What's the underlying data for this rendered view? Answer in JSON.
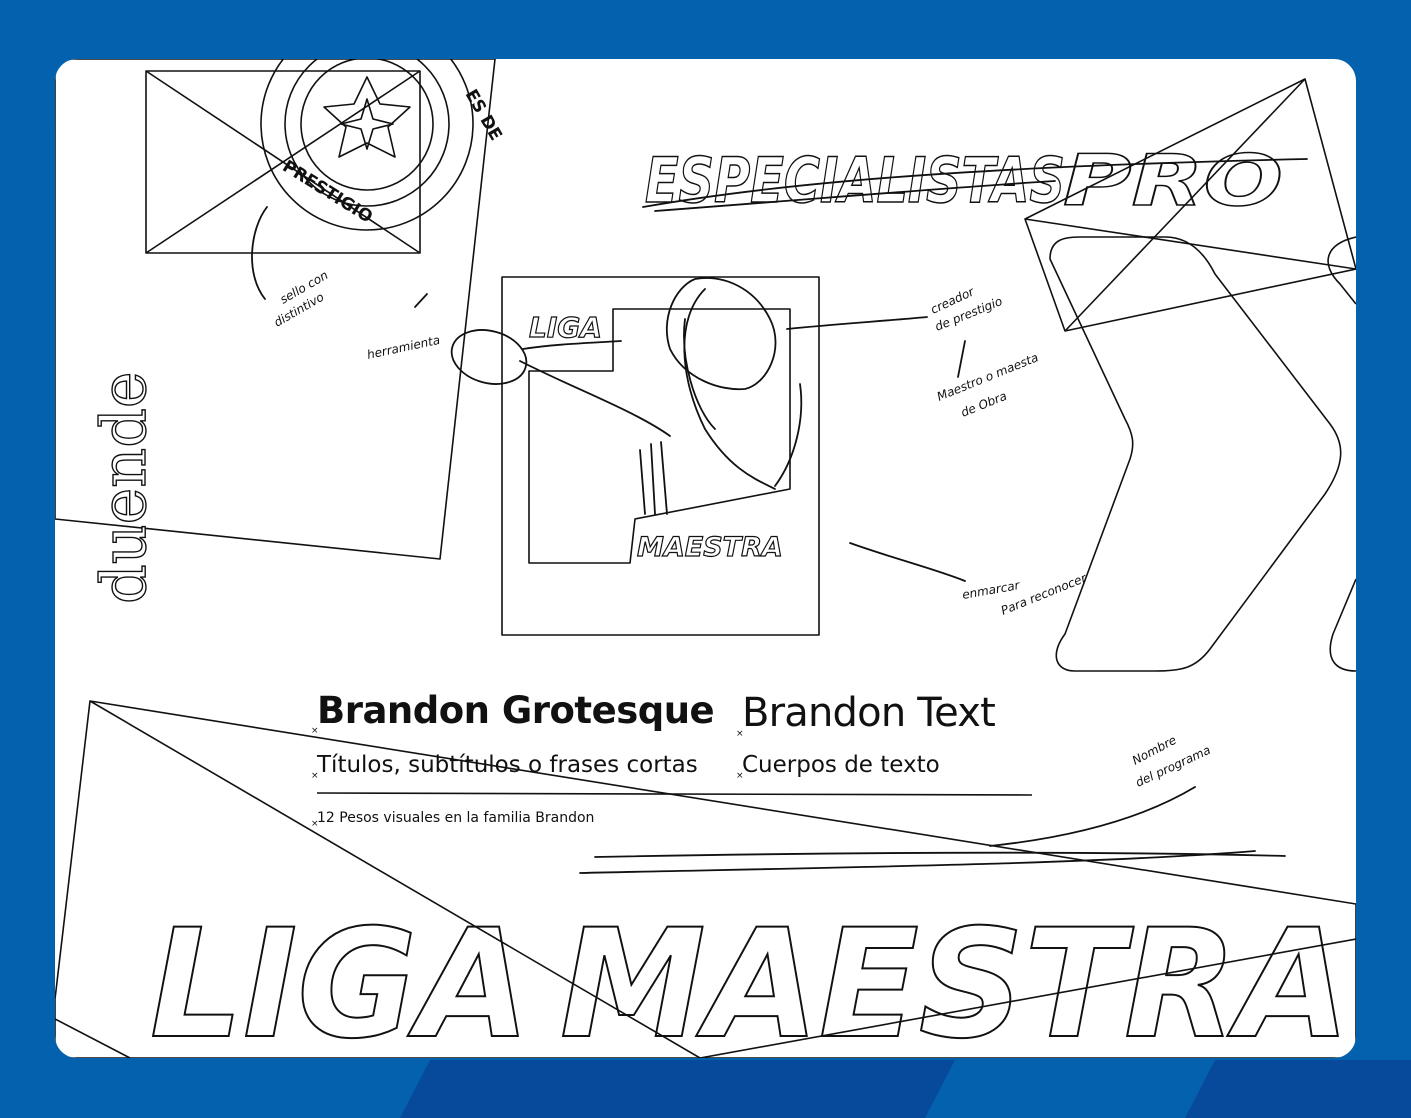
{
  "colors": {
    "background": "#0361ad",
    "stripe": "#074a9c",
    "board": "#ffffff",
    "ink": "#111111"
  },
  "seal": {
    "text_1": "PRESTIGIO",
    "text_2": "ES DE"
  },
  "wordmarks": {
    "especialistas": "ESPECIALISTAS",
    "pro": "PRO",
    "liga_small": "LIGA",
    "maestra_small": "MAESTRA",
    "liga_big": "LIGA",
    "maestra_big": "MAESTRA",
    "duende": "duende"
  },
  "annotations": {
    "sello": [
      "sello con",
      "distintivo"
    ],
    "herramienta": "herramienta",
    "creador": [
      "creador",
      "de prestigio"
    ],
    "maestro": [
      "Maestro o maesta",
      "de Obra"
    ],
    "enmarcar": [
      "enmarcar",
      "Para reconocer"
    ],
    "nombre": [
      "Nombre",
      "del programa"
    ]
  },
  "typography": {
    "font1_name": "Brandon Grotesque",
    "font1_use": "Títulos, subtítulos o frases cortas",
    "font2_name": "Brandon Text",
    "font2_use": "Cuerpos de texto",
    "weights_note": "12 Pesos visuales en la familia Brandon"
  }
}
